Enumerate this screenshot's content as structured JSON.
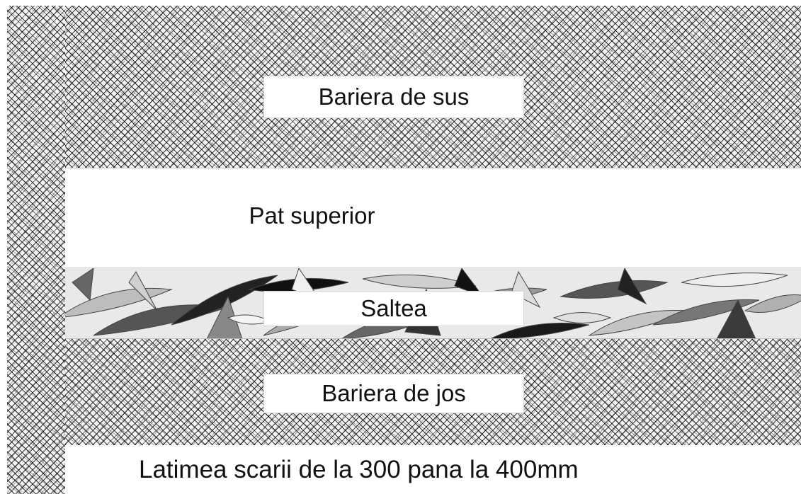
{
  "labels": {
    "top_barrier": "Bariera de sus",
    "upper_bed": "Pat superior",
    "mattress": "Saltea",
    "bottom_barrier": "Bariera de jos",
    "ladder_width": "Latimea scarii de la 300 pana la 400mm"
  },
  "colors": {
    "hatch": "#000000",
    "background": "#ffffff",
    "text": "#111111"
  }
}
